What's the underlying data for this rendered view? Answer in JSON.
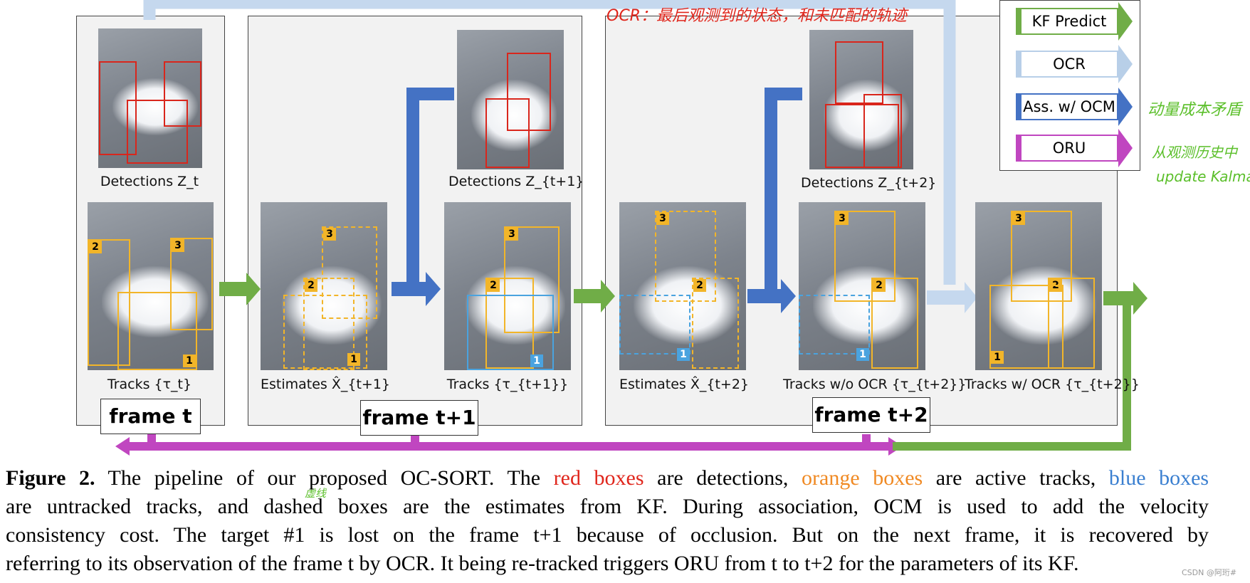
{
  "frames": {
    "t": "frame t",
    "t1": "frame t+1",
    "t2": "frame t+2"
  },
  "labels": {
    "det_t": "Detections Z_t",
    "tracks_t": "Tracks {τ_t}",
    "est_t1": "Estimates X̂_{t+1}",
    "det_t1": "Detections Z_{t+1}",
    "tracks_t1": "Tracks {τ_{t+1}}",
    "est_t2": "Estimates X̂_{t+2}",
    "det_t2": "Detections Z_{t+2}",
    "tracks_wo": "Tracks w/o OCR {τ_{t+2}}",
    "tracks_w": "Tracks w/ OCR {τ_{t+2}}"
  },
  "legend": {
    "kf": "KF Predict",
    "ocr": "OCR",
    "ass": "Ass. w/ OCM",
    "oru": "ORU"
  },
  "colors": {
    "kf": "#70ad47",
    "ocr": "#b8cfe8",
    "ass": "#4472c4",
    "oru": "#c046c0",
    "red_box": "#d9261c",
    "orange_box": "#f2b529",
    "blue_box": "#4aa3df"
  },
  "track_ids": {
    "one": "1",
    "two": "2",
    "three": "3"
  },
  "handwriting": {
    "top": "OCR：最后观测到的状态，和未匹配的轨迹",
    "ass_note": "动量成本矛盾",
    "oru_note_1": "从观测历史中",
    "oru_note_2": "update Kalman",
    "dashed_note": "虚线"
  },
  "caption": {
    "fig": "Figure 2.",
    "l1a": "The pipeline of our proposed OC-SORT. The",
    "red": "red boxes",
    "l1b": "are detections,",
    "orange": "orange boxes",
    "l1c": "are active tracks,",
    "blue": "blue boxes",
    "l2": "are untracked tracks, and dashed boxes are the estimates from KF. During association, OCM is used to add the velocity",
    "l3": "consistency cost.  The target #1 is lost on the frame t+1 because of occlusion.  But on the next frame, it is recovered by",
    "l4": "referring to its observation of the frame t by OCR. It being re-tracked triggers ORU from t to t+2 for the parameters of its KF."
  },
  "watermark": "CSDN @阿珩#"
}
